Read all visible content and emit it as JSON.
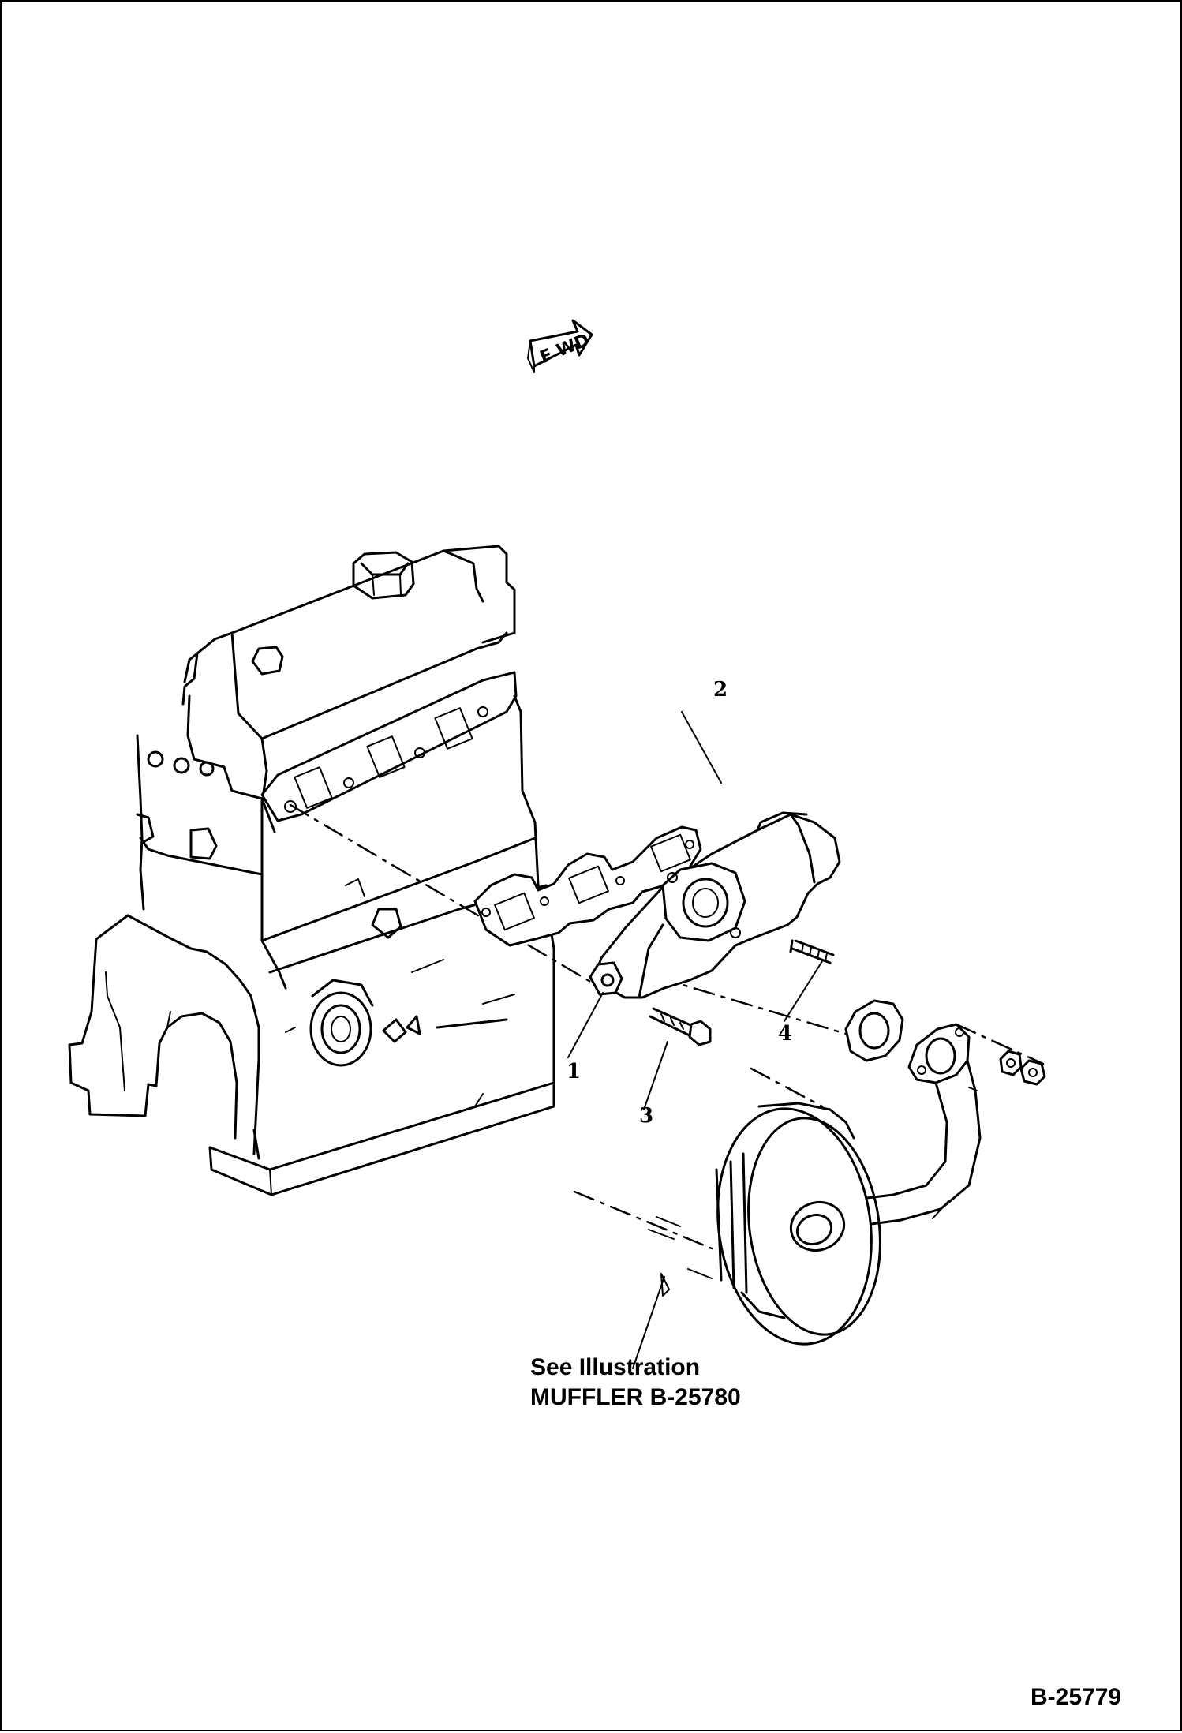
{
  "forward_indicator": {
    "label": "F WD"
  },
  "callouts": [
    {
      "number": "1",
      "part": "exhaust-manifold"
    },
    {
      "number": "2",
      "part": "manifold-gasket"
    },
    {
      "number": "3",
      "part": "bolt"
    },
    {
      "number": "4",
      "part": "stud"
    }
  ],
  "reference_note": {
    "line1": "See Illustration",
    "line2": "MUFFLER B-25780"
  },
  "figure_number": "B-25779"
}
